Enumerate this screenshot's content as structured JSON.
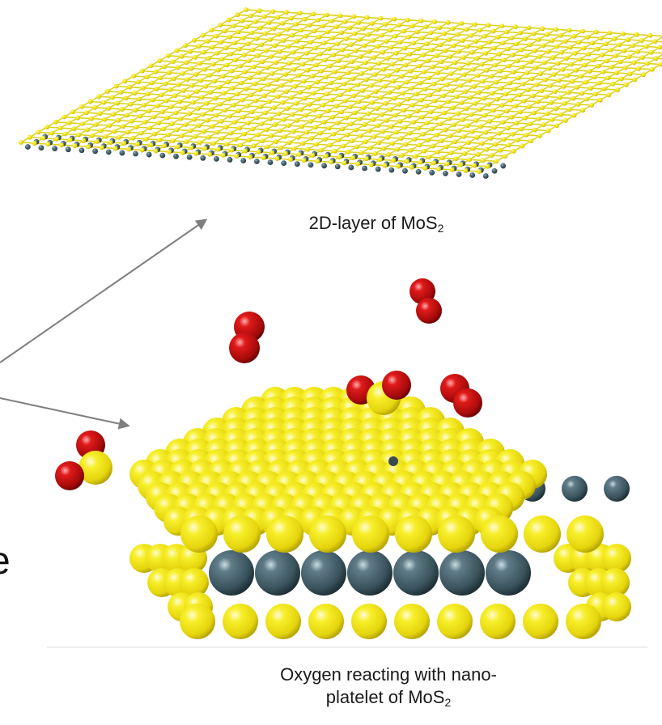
{
  "captions": {
    "layer": {
      "text": "2D-layer of MoS",
      "subscript": "2"
    },
    "platelet_line1": "Oxygen reacting with nano-",
    "platelet_line2": {
      "text": "platelet of MoS",
      "subscript": "2"
    }
  },
  "cropped_text": "e",
  "colors": {
    "sulfur": "#f4ea17",
    "molybdenum": "#3d5660",
    "oxygen": "#cc1010",
    "arrow": "#7f7f7f",
    "background": "#ffffff"
  },
  "icons": {
    "top_structure": "mos2-monolayer-lattice",
    "bottom_structure": "mos2-nanoplatelet-spheres",
    "molecules": "oxygen-molecule-icons",
    "arrows": "pointer-arrows"
  }
}
